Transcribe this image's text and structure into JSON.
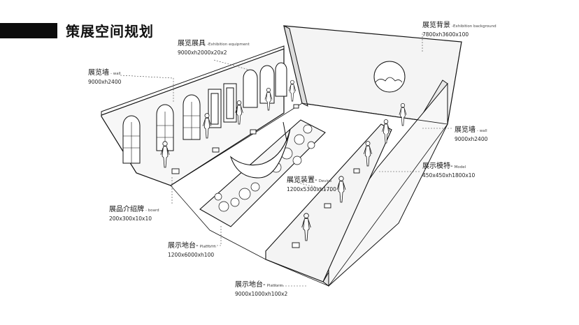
{
  "page": {
    "title": "策展空间规划"
  },
  "labels": {
    "exhibition_background": {
      "zh": "展览背景",
      "en": "-Exhibition background",
      "dim": "7800xh3600x100"
    },
    "exhibition_equipment": {
      "zh": "展览展具",
      "en": "-Exhibition equipment",
      "dim": "9000xh2000x20x2"
    },
    "left_wall": {
      "zh": "展览墙",
      "en": "- wall",
      "dim": "9000xh2400"
    },
    "right_wall": {
      "zh": "展览墙",
      "en": "- wall",
      "dim": "9000xh2400"
    },
    "model": {
      "zh": "展示模特-",
      "en": "Model",
      "dim": "450x450xh1800x10"
    },
    "device": {
      "zh": "展览装置-",
      "en": "Device",
      "dim": "1200x5300xh1700"
    },
    "board": {
      "zh": "展品介绍牌",
      "en": "- board",
      "dim": "200x300x10x10"
    },
    "center_platform": {
      "zh": "展示地台-",
      "en": "Platform",
      "dim": "1200x6000xh100"
    },
    "bottom_platform": {
      "zh": "展示地台-",
      "en": "Platform",
      "dim": "9000x1000xh100x2"
    }
  }
}
